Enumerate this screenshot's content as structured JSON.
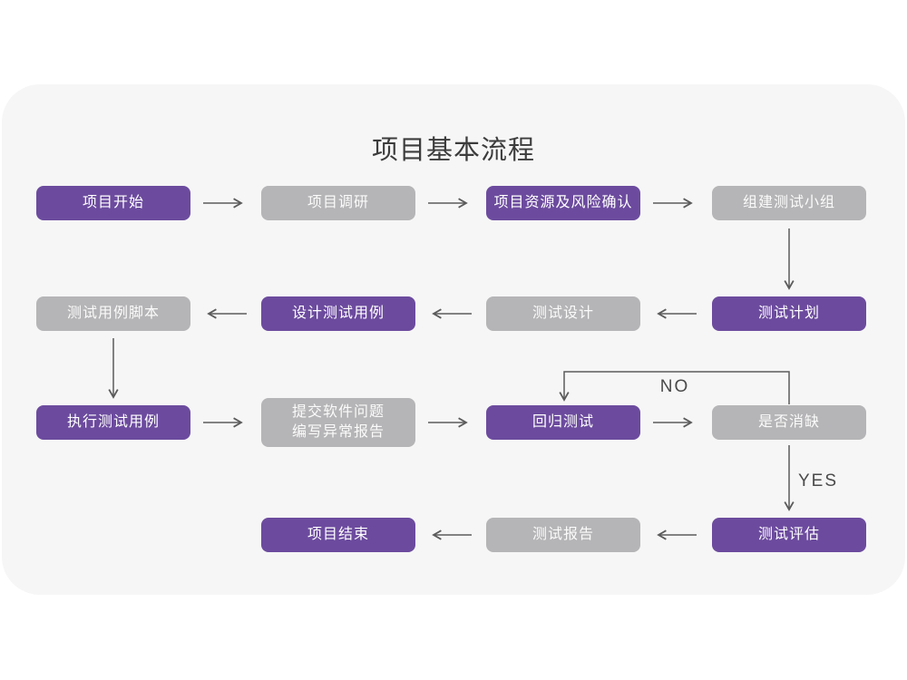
{
  "title": "项目基本流程",
  "colors": {
    "purple": "#6C4B9E",
    "gray": "#B5B4B6",
    "arrow": "#5B5B5B",
    "card_background": "#F6F6F6",
    "page_background": "#FFFFFF",
    "title_text": "#3C3C3C",
    "node_text": "#FFFFFF"
  },
  "nodes": [
    {
      "label": "项目开始",
      "variant": "purple",
      "row": 1,
      "col": 1
    },
    {
      "label": "项目调研",
      "variant": "gray",
      "row": 1,
      "col": 2
    },
    {
      "label": "项目资源及风险确认",
      "variant": "purple",
      "row": 1,
      "col": 3
    },
    {
      "label": "组建测试小组",
      "variant": "gray",
      "row": 1,
      "col": 4
    },
    {
      "label": "测试用例脚本",
      "variant": "gray",
      "row": 2,
      "col": 1
    },
    {
      "label": "设计测试用例",
      "variant": "purple",
      "row": 2,
      "col": 2
    },
    {
      "label": "测试设计",
      "variant": "gray",
      "row": 2,
      "col": 3
    },
    {
      "label": "测试计划",
      "variant": "purple",
      "row": 2,
      "col": 4
    },
    {
      "label": "执行测试用例",
      "variant": "purple",
      "row": 3,
      "col": 1
    },
    {
      "label": "提交软件问题\n编写异常报告",
      "variant": "gray",
      "row": 3,
      "col": 2
    },
    {
      "label": "回归测试",
      "variant": "purple",
      "row": 3,
      "col": 3
    },
    {
      "label": "是否消缺",
      "variant": "gray",
      "row": 3,
      "col": 4
    },
    {
      "label": "项目结束",
      "variant": "purple",
      "row": 4,
      "col": 2
    },
    {
      "label": "测试报告",
      "variant": "gray",
      "row": 4,
      "col": 3
    },
    {
      "label": "测试评估",
      "variant": "purple",
      "row": 4,
      "col": 4
    }
  ],
  "edge_labels": {
    "no": "NO",
    "yes": "YES"
  }
}
